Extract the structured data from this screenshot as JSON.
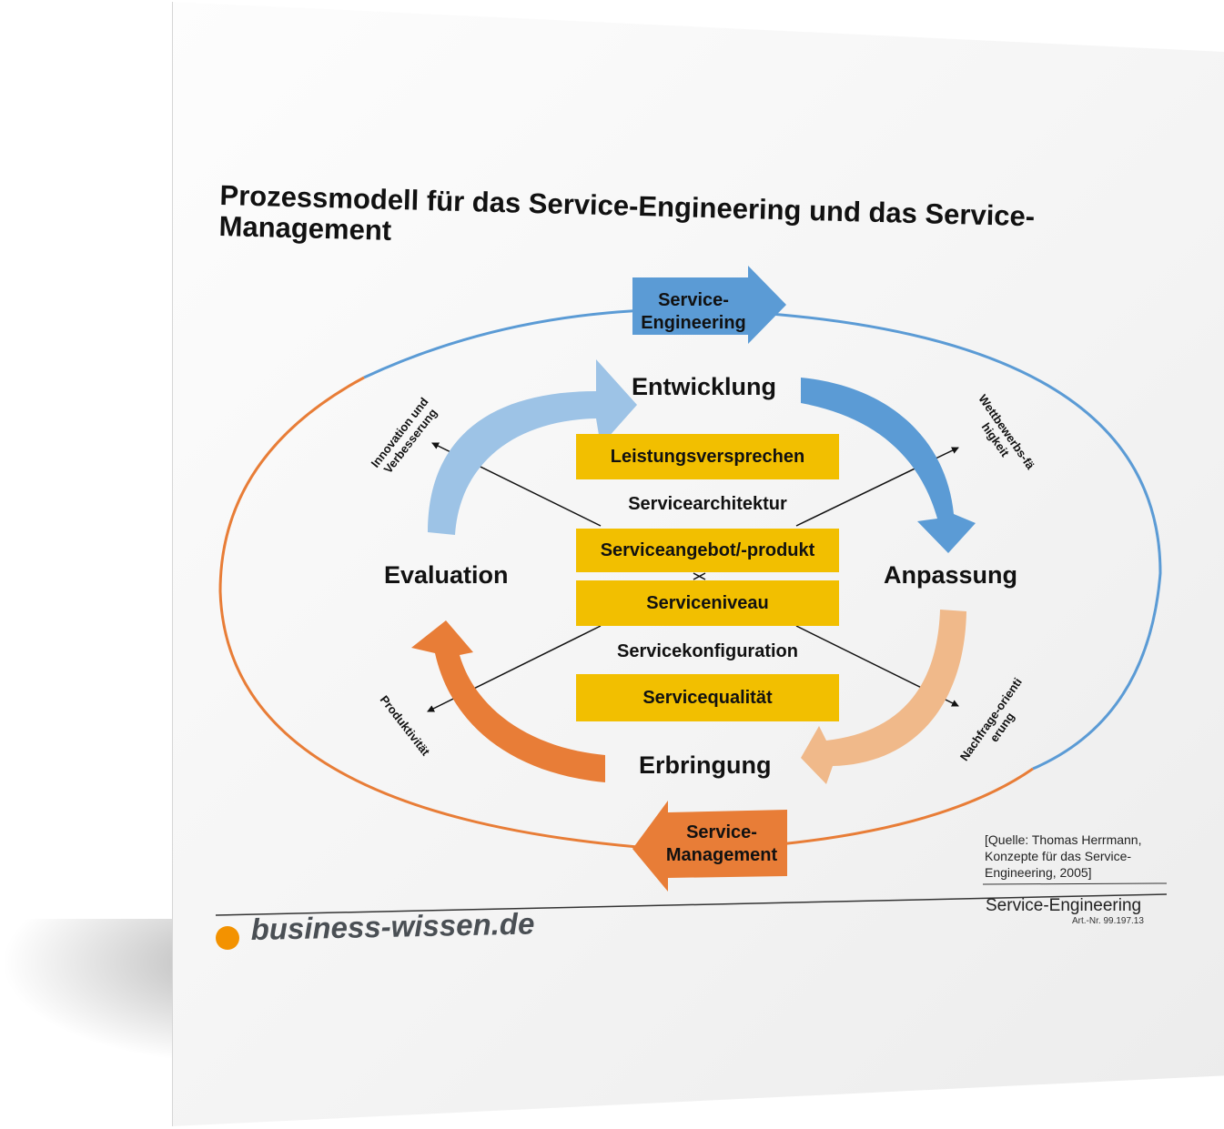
{
  "title": "Prozessmodell für das Service-Engineering und das Service-Management",
  "stages": {
    "entwicklung": "Entwicklung",
    "anpassung": "Anpassung",
    "erbringung": "Erbringung",
    "evaluation": "Evaluation"
  },
  "cycle_arrows": {
    "service_engineering": "Service-Engineering",
    "service_management": "Service-Management"
  },
  "boxes": {
    "leistungsversprechen": "Leistungsversprechen",
    "serviceangebot": "Serviceangebot/-produkt",
    "serviceniveau": "Serviceniveau",
    "servicequalitaet": "Servicequalität"
  },
  "middle_labels": {
    "servicearchitektur": "Servicearchitektur",
    "servicekonfiguration": "Servicekonfiguration"
  },
  "diagonal_labels": {
    "innovation": "Innovation und Verbesserung",
    "wettbewerb": "Wettbewerbs-fähigkeit",
    "produktivitaet": "Produktivität",
    "nachfrage": "Nachfrage-orientierung"
  },
  "source": "[Quelle: Thomas Herrmann, Konzepte für das Service-Engineering, 2005]",
  "footer": {
    "title": "Service-Engineering",
    "art_nr": "Art.-Nr. 99.197.13",
    "logo": "business-wissen.de"
  },
  "colors": {
    "blue": "#5b9bd5",
    "light_blue": "#9dc3e6",
    "orange": "#e87d37",
    "light_orange": "#f0b98a",
    "yellow": "#f2bf00"
  }
}
